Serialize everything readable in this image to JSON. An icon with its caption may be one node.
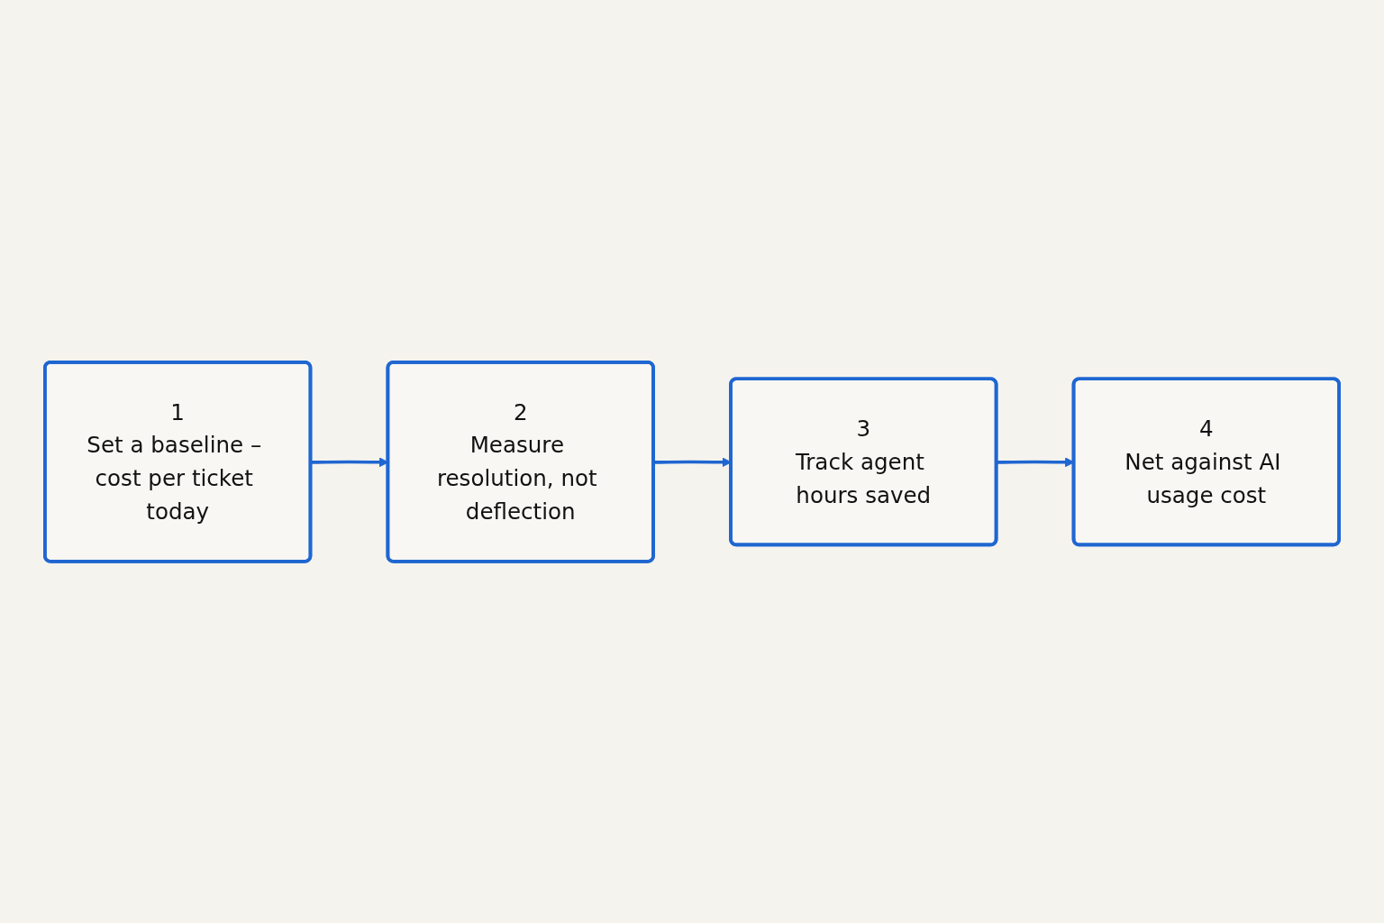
{
  "diagram": {
    "nodes": [
      {
        "text": [
          "1",
          "Set a baseline – cost per ticket today"
        ]
      },
      {
        "text": [
          "2",
          "Measure resolution, not deflection"
        ]
      },
      {
        "text": [
          "3",
          "Track agent hours saved"
        ]
      },
      {
        "text": [
          "4",
          "Net against AI usage cost"
        ]
      }
    ],
    "edges": [
      {
        "from": 0,
        "to": 1,
        "arrow": "to"
      },
      {
        "from": 1,
        "to": 2,
        "arrow": "to"
      },
      {
        "from": 2,
        "to": 3,
        "arrow": "to"
      }
    ]
  }
}
